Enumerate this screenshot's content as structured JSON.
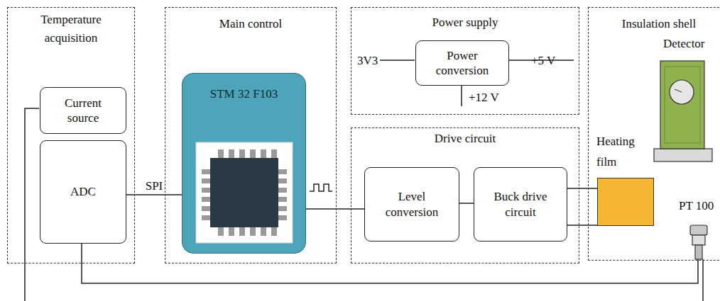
{
  "diagram": {
    "nodes": [
      {
        "text": [
          "Temperature acquisition"
        ]
      },
      {
        "text": [
          "Current source"
        ],
        "in": 0
      },
      {
        "text": [
          "ADC"
        ],
        "in": 0
      },
      {
        "text": [
          "Main control"
        ]
      },
      {
        "text": [
          "STM 32 F103"
        ],
        "in": 3
      },
      {
        "text": [
          "Power supply"
        ]
      },
      {
        "text": [
          "Power conversion"
        ],
        "in": 5
      },
      {
        "text": [
          "Drive circuit"
        ]
      },
      {
        "text": [
          "Level conversion"
        ],
        "in": 7
      },
      {
        "text": [
          "Buck drive circuit"
        ],
        "in": 7
      },
      {
        "text": [
          "Insulation shell"
        ]
      },
      {
        "text": [
          "Heating film"
        ],
        "in": 10
      }
    ],
    "edges": [
      {
        "from": 2,
        "to": 4,
        "label": "SPI",
        "arrow": "none"
      },
      {
        "from": 4,
        "to": 8,
        "arrow": "none"
      },
      {
        "from": 8,
        "to": 9,
        "arrow": "none"
      },
      {
        "from": 9,
        "to": 11,
        "arrow": "none"
      },
      {
        "from": 9,
        "to": 11,
        "arrow": "none"
      }
    ],
    "labels": [
      "3V3",
      "+5 V",
      "+12 V",
      "Detector",
      "PT 100"
    ]
  }
}
